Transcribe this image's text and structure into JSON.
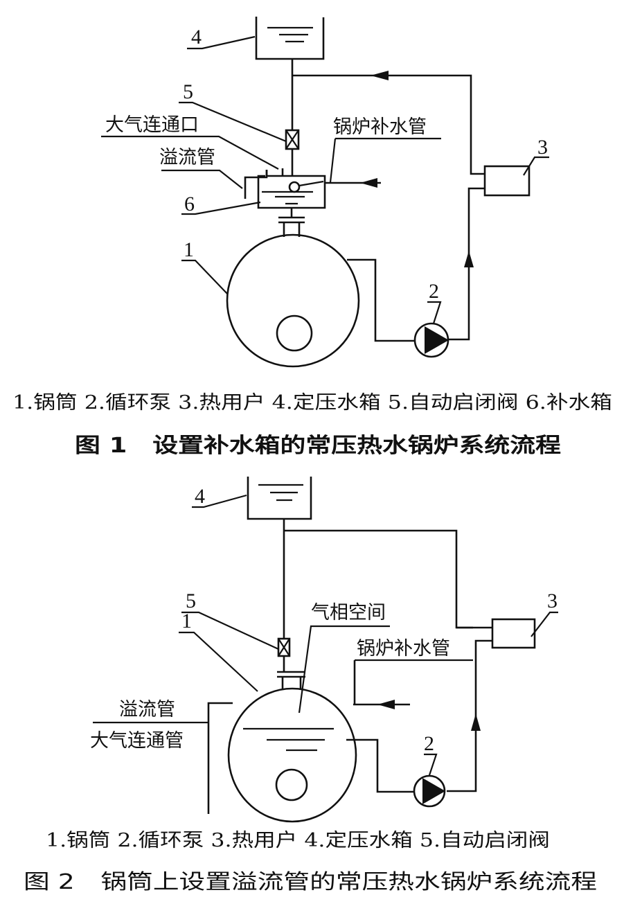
{
  "figure1": {
    "numbers": {
      "n1": "1",
      "n2": "2",
      "n3": "3",
      "n4": "4",
      "n5": "5",
      "n6": "6"
    },
    "labels": {
      "atmosphere_port": "大气连通口",
      "overflow_pipe": "溢流管",
      "makeup_pipe": "锅炉补水管"
    },
    "legend": "1.锅筒 2.循环泵 3.热用户 4.定压水箱 5.自动启闭阀 6.补水箱",
    "caption": "图 1　设置补水箱的常压热水锅炉系统流程"
  },
  "figure2": {
    "numbers": {
      "n1": "1",
      "n2": "2",
      "n3": "3",
      "n4": "4",
      "n5": "5"
    },
    "labels": {
      "vapor_space": "气相空间",
      "makeup_pipe": "锅炉补水管",
      "overflow_pipe": "溢流管",
      "atmosphere_pipe": "大气连通管"
    },
    "legend": "1.锅筒 2.循环泵 3.热用户 4.定压水箱 5.自动启闭阀",
    "caption": "图 2　锅筒上设置溢流管的常压热水锅炉系统流程"
  }
}
